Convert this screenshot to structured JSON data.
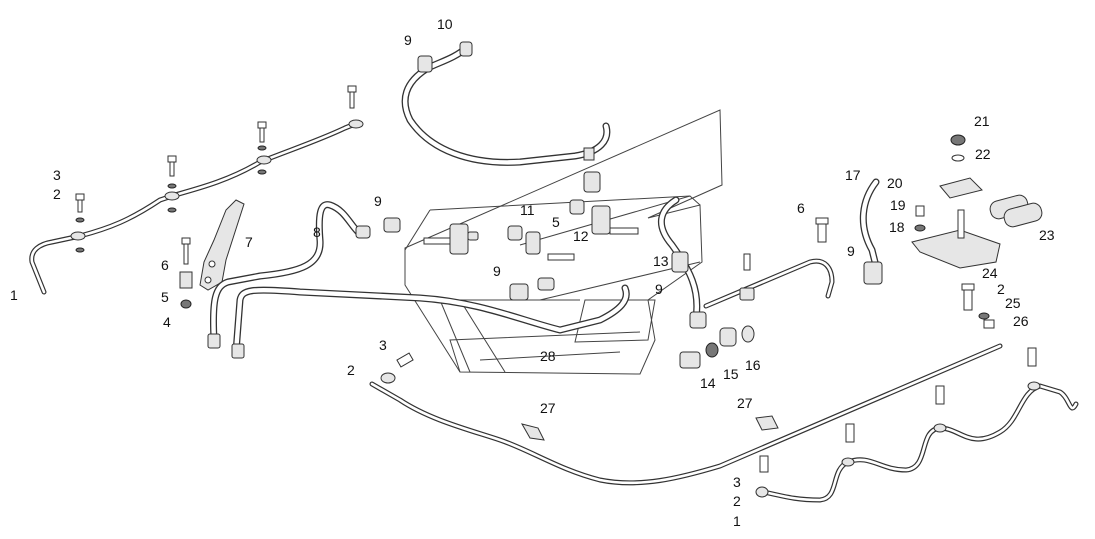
{
  "callouts": [
    {
      "id": "c1a",
      "text": "1"
    },
    {
      "id": "c2a",
      "text": "2"
    },
    {
      "id": "c3a",
      "text": "3"
    },
    {
      "id": "c4",
      "text": "4"
    },
    {
      "id": "c5a",
      "text": "5"
    },
    {
      "id": "c6a",
      "text": "6"
    },
    {
      "id": "c7",
      "text": "7"
    },
    {
      "id": "c8",
      "text": "8"
    },
    {
      "id": "c9a",
      "text": "9"
    },
    {
      "id": "c10",
      "text": "10"
    },
    {
      "id": "c9b",
      "text": "9"
    },
    {
      "id": "c11",
      "text": "11"
    },
    {
      "id": "c5b",
      "text": "5"
    },
    {
      "id": "c12",
      "text": "12"
    },
    {
      "id": "c9c",
      "text": "9"
    },
    {
      "id": "c13",
      "text": "13"
    },
    {
      "id": "c9d",
      "text": "9"
    },
    {
      "id": "c6b",
      "text": "6"
    },
    {
      "id": "c9e",
      "text": "9"
    },
    {
      "id": "c17",
      "text": "17"
    },
    {
      "id": "c20",
      "text": "20"
    },
    {
      "id": "c19",
      "text": "19"
    },
    {
      "id": "c18",
      "text": "18"
    },
    {
      "id": "c21",
      "text": "21"
    },
    {
      "id": "c22",
      "text": "22"
    },
    {
      "id": "c23",
      "text": "23"
    },
    {
      "id": "c24",
      "text": "24"
    },
    {
      "id": "c2b",
      "text": "2"
    },
    {
      "id": "c25",
      "text": "25"
    },
    {
      "id": "c26",
      "text": "26"
    },
    {
      "id": "c28",
      "text": "28"
    },
    {
      "id": "c14",
      "text": "14"
    },
    {
      "id": "c15",
      "text": "15"
    },
    {
      "id": "c16",
      "text": "16"
    },
    {
      "id": "c3b",
      "text": "3"
    },
    {
      "id": "c2c",
      "text": "2"
    },
    {
      "id": "c27a",
      "text": "27"
    },
    {
      "id": "c27b",
      "text": "27"
    },
    {
      "id": "c3c",
      "text": "3"
    },
    {
      "id": "c2d",
      "text": "2"
    },
    {
      "id": "c1b",
      "text": "1"
    }
  ]
}
